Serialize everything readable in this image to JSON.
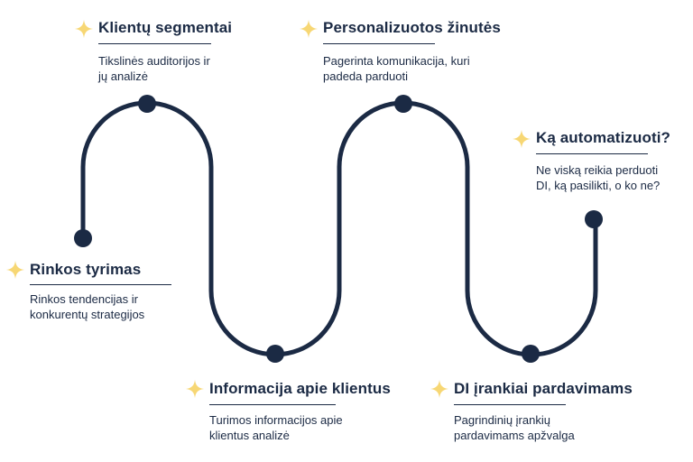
{
  "colors": {
    "path": "#1b2a44",
    "star": "#f7d774",
    "text": "#1b2a44"
  },
  "steps": [
    {
      "title": "Rinkos tyrimas",
      "desc_lines": [
        "Rinkos tendencijas ir",
        "konkurentų strategijos"
      ],
      "icon": "sparkle-icon"
    },
    {
      "title": "Klientų segmentai",
      "desc_lines": [
        "Tikslinės auditorijos ir",
        "jų analizė"
      ],
      "icon": "sparkle-icon"
    },
    {
      "title": "Informacija apie klientus",
      "desc_lines": [
        "Turimos informacijos apie",
        "klientus analizė"
      ],
      "icon": "sparkle-icon"
    },
    {
      "title": "Personalizuotos žinutės",
      "desc_lines": [
        "Pagerinta komunikacija, kuri",
        "padeda parduoti"
      ],
      "icon": "sparkle-icon"
    },
    {
      "title": "DI įrankiai pardavimams",
      "desc_lines": [
        "Pagrindinių įrankių",
        "pardavimams apžvalga"
      ],
      "icon": "sparkle-icon"
    },
    {
      "title": "Ką automatizuoti?",
      "desc_lines": [
        "Ne viską reikia perduoti",
        "DI, ką pasilikti, o ko ne?"
      ],
      "icon": "sparkle-icon"
    }
  ]
}
